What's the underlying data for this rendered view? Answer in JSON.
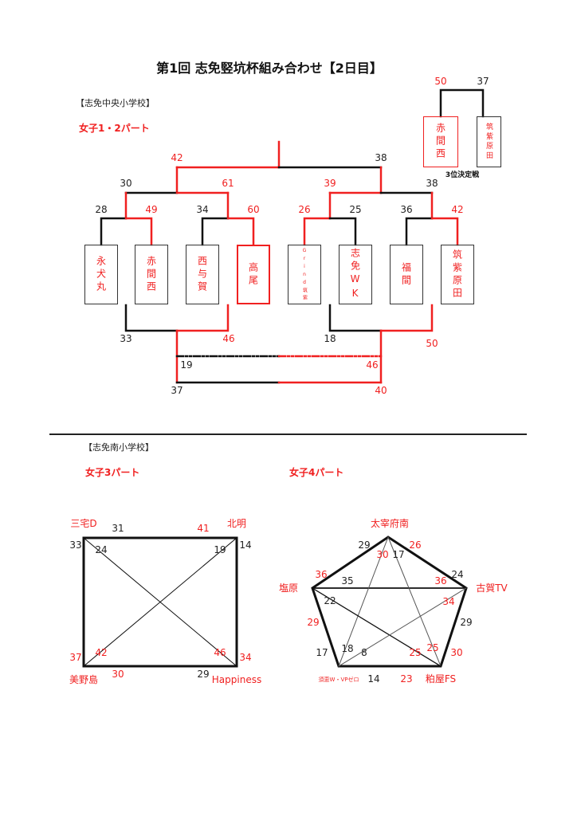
{
  "title": "第1回 志免竪坑杯組み合わせ【2日目】",
  "venue1": "【志免中央小学校】",
  "venue2": "【志免南小学校】",
  "part12": {
    "label": "女子1・2パート",
    "teams": [
      "永犬丸",
      "赤間西",
      "西与賀",
      "高尾",
      "Grind筑紫",
      "志免WK",
      "福間",
      "筑紫原田"
    ],
    "quarter_scores": [
      "28",
      "49",
      "34",
      "60",
      "26",
      "25",
      "36",
      "42"
    ],
    "semi_scores": [
      "30",
      "61",
      "39",
      "38"
    ],
    "final_scores": [
      "42",
      "38"
    ],
    "consolation_scores": [
      "33",
      "46",
      "18",
      "50"
    ],
    "consolation_semi_scores": [
      "19",
      "46"
    ],
    "consolation_final_scores": [
      "37",
      "40"
    ],
    "third_place": {
      "label": "3位決定戦",
      "teams": [
        "赤間西",
        "筑紫原田"
      ],
      "scores": [
        "50",
        "37"
      ]
    }
  },
  "part3": {
    "label": "女子3パート",
    "teams": [
      "三宅D",
      "北明",
      "美野島",
      "Happiness"
    ],
    "scores": {
      "top_left": "31",
      "top_right": "41",
      "left_top": "33",
      "diag_tl": "24",
      "diag_tr": "19",
      "right_top": "14",
      "left_bottom": "37",
      "diag_bl": "42",
      "diag_br": "46",
      "right_bottom": "34",
      "bottom_left": "30",
      "bottom_right": "29"
    }
  },
  "part4": {
    "label": "女子4パート",
    "teams": [
      "太宰府南",
      "塩原",
      "古賀TV",
      "須恵W・VPゼロ",
      "粕屋FS"
    ],
    "scores": [
      "29",
      "26",
      "30",
      "17",
      "36",
      "35",
      "24",
      "36",
      "22",
      "34",
      "29",
      "29",
      "18",
      "8",
      "17",
      "25",
      "25",
      "30",
      "14",
      "23"
    ]
  },
  "colors": {
    "red": "#f02020",
    "black": "#111111"
  }
}
